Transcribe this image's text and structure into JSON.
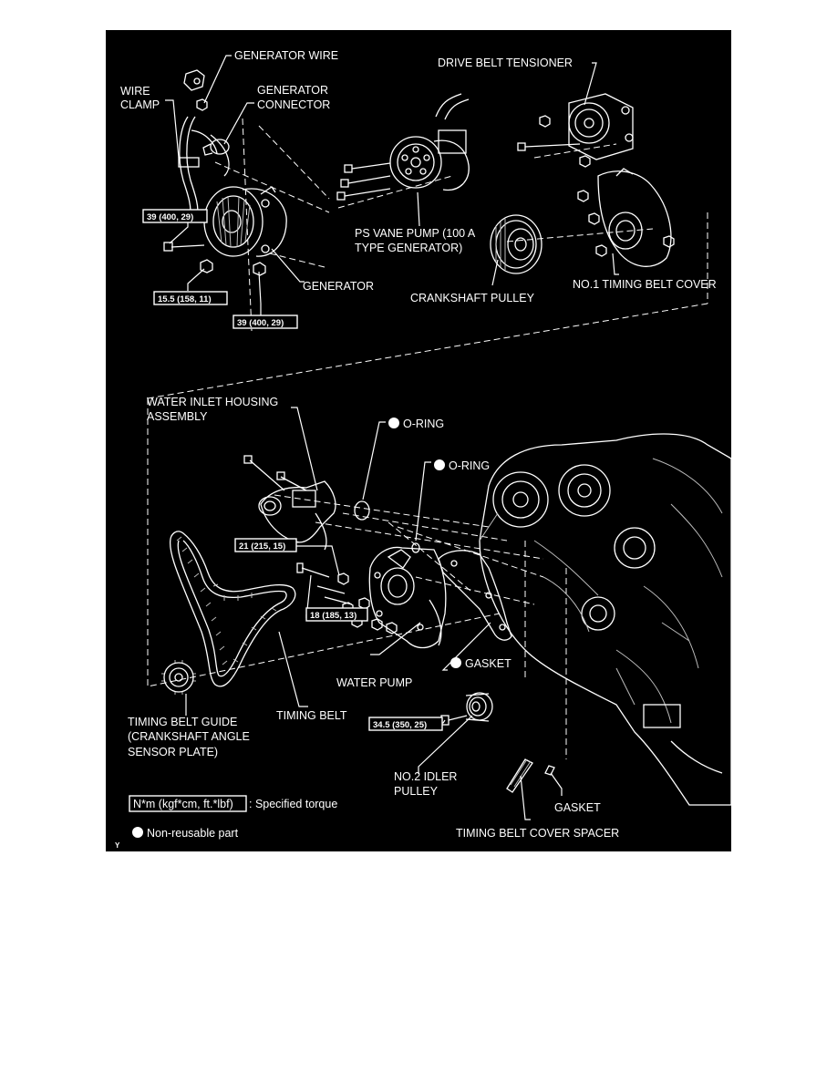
{
  "labels": {
    "generator_wire": "GENERATOR WIRE",
    "drive_belt_tensioner": "DRIVE BELT TENSIONER",
    "wire_clamp_1": "WIRE",
    "wire_clamp_2": "CLAMP",
    "generator_connector_1": "GENERATOR",
    "generator_connector_2": "CONNECTOR",
    "ps_vane_pump_1": "PS VANE PUMP (100 A",
    "ps_vane_pump_2": "TYPE GENERATOR)",
    "generator": "GENERATOR",
    "crankshaft_pulley": "CRANKSHAFT PULLEY",
    "no1_timing_belt_cover": "NO.1 TIMING BELT COVER",
    "water_inlet_housing_1": "WATER INLET HOUSING",
    "water_inlet_housing_2": "ASSEMBLY",
    "o_ring_1": "O-RING",
    "o_ring_2": "O-RING",
    "gasket_1": "GASKET",
    "water_pump": "WATER PUMP",
    "timing_belt": "TIMING BELT",
    "timing_belt_guide_1": "TIMING BELT GUIDE",
    "timing_belt_guide_2": "(CRANKSHAFT ANGLE",
    "timing_belt_guide_3": "SENSOR PLATE)",
    "no2_idler_pulley_1": "NO.2 IDLER",
    "no2_idler_pulley_2": "PULLEY",
    "gasket_2": "GASKET",
    "timing_belt_cover_spacer": "TIMING BELT COVER SPACER"
  },
  "torques": {
    "t_39_a": "39 (400, 29)",
    "t_15_5": "15.5 (158, 11)",
    "t_39_b": "39 (400, 29)",
    "t_21": "21 (215, 15)",
    "t_18": "18 (185, 13)",
    "t_34_5": "34.5 (350, 25)"
  },
  "legend": {
    "torque_unit": "N*m (kgf*cm, ft.*lbf)",
    "torque_text": ": Specified torque",
    "nonreusable_text": "Non-reusable part"
  },
  "corner_mark": "Y"
}
